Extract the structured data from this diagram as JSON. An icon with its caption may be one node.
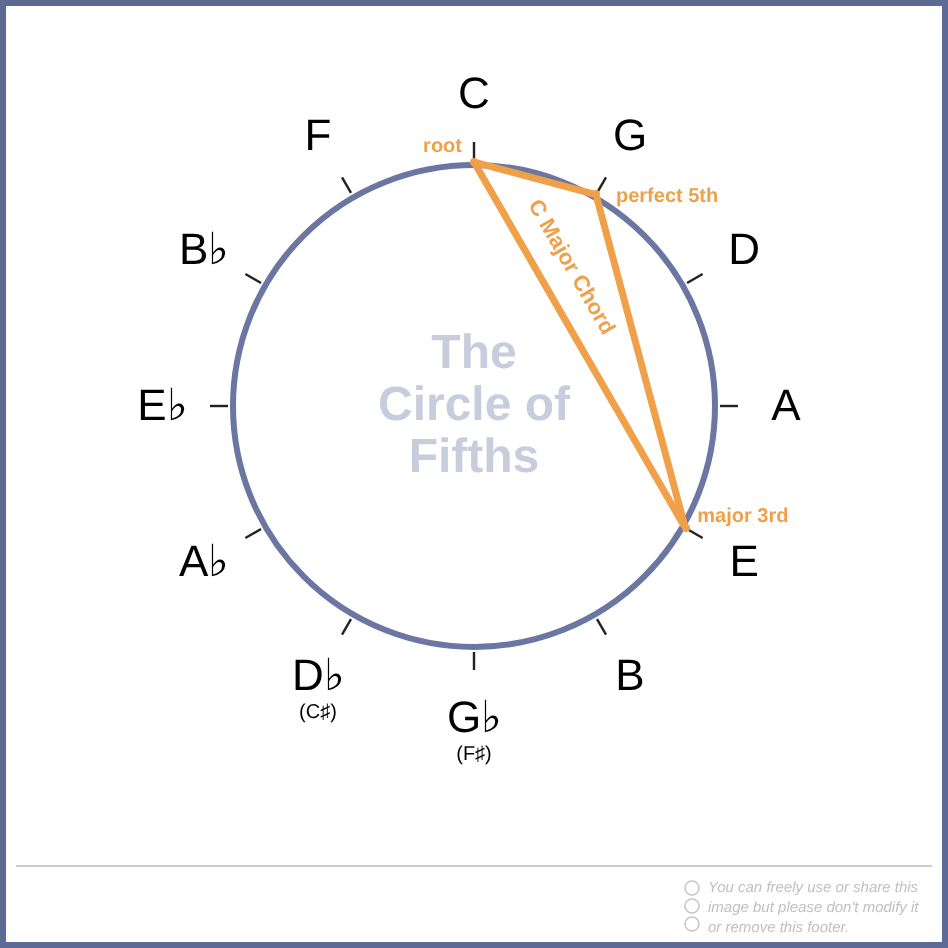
{
  "diagram": {
    "nodes": [
      {
        "text": [
          "The Circle of Fifths"
        ]
      },
      {
        "text": [
          "C"
        ]
      },
      {
        "text": [
          "G"
        ]
      },
      {
        "text": [
          "D"
        ]
      },
      {
        "text": [
          "A"
        ]
      },
      {
        "text": [
          "E"
        ]
      },
      {
        "text": [
          "B"
        ]
      },
      {
        "text": [
          "G♭",
          "(F♯)"
        ]
      },
      {
        "text": [
          "D♭",
          "(C♯)"
        ]
      },
      {
        "text": [
          "A♭"
        ]
      },
      {
        "text": [
          "E♭"
        ]
      },
      {
        "text": [
          "B♭"
        ]
      },
      {
        "text": [
          "F"
        ]
      },
      {
        "text": [],
        "shape": "dot",
        "beside": [
          "root"
        ]
      },
      {
        "text": [],
        "shape": "dot",
        "beside": [
          "perfect 5th"
        ]
      },
      {
        "text": [],
        "shape": "dot",
        "beside": [
          "major 3rd"
        ]
      }
    ],
    "edges": [
      {
        "from": 13,
        "to": 14,
        "arrow": "none"
      },
      {
        "from": 14,
        "to": 15,
        "arrow": "none"
      },
      {
        "from": 15,
        "to": 13,
        "arrow": "none",
        "label": "C Major Chord"
      }
    ],
    "labels": [
      "You can freely use or share this image but please don't modify it or remove this footer."
    ]
  }
}
